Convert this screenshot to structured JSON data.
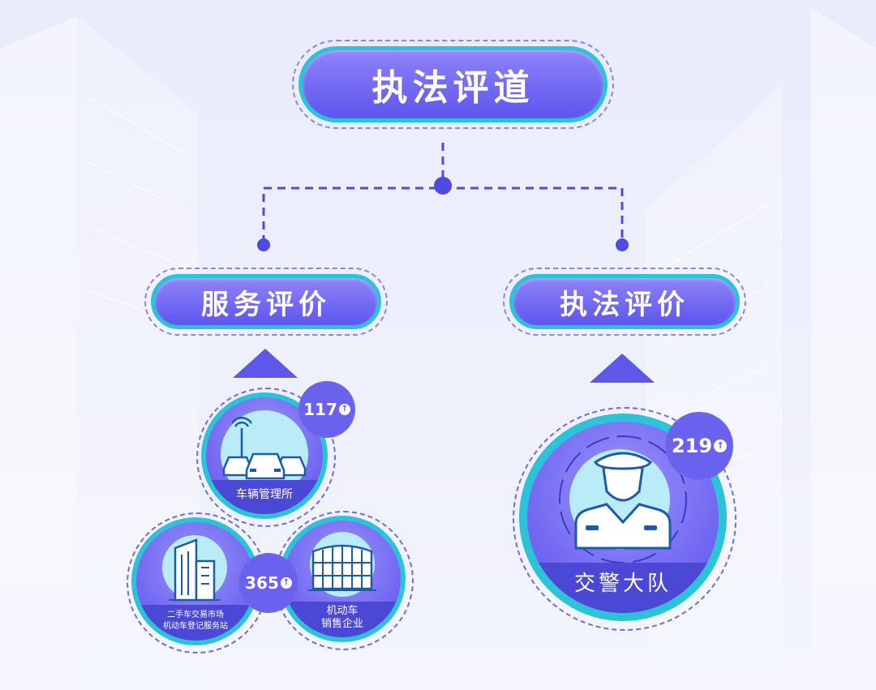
{
  "title": "执法评道",
  "left_branch": {
    "title": "服务评价",
    "nodes": [
      {
        "label": "车辆管理所",
        "count": "117",
        "icon": "traffic-cars-icon"
      },
      {
        "label_line1": "二手车交易市场",
        "label_line2": "机动车登记服务站",
        "count": "365",
        "icon": "office-building-icon"
      },
      {
        "label_line1": "机动车",
        "label_line2": "销售企业",
        "icon": "dealership-building-icon"
      }
    ]
  },
  "right_branch": {
    "title": "执法评价",
    "nodes": [
      {
        "label": "交警大队",
        "count": "219",
        "icon": "traffic-police-icon"
      }
    ]
  },
  "badge_arrow": "↑",
  "colors": {
    "primary": "#5e55ee",
    "accent": "#2cc3d8",
    "background": "#eceefc"
  }
}
